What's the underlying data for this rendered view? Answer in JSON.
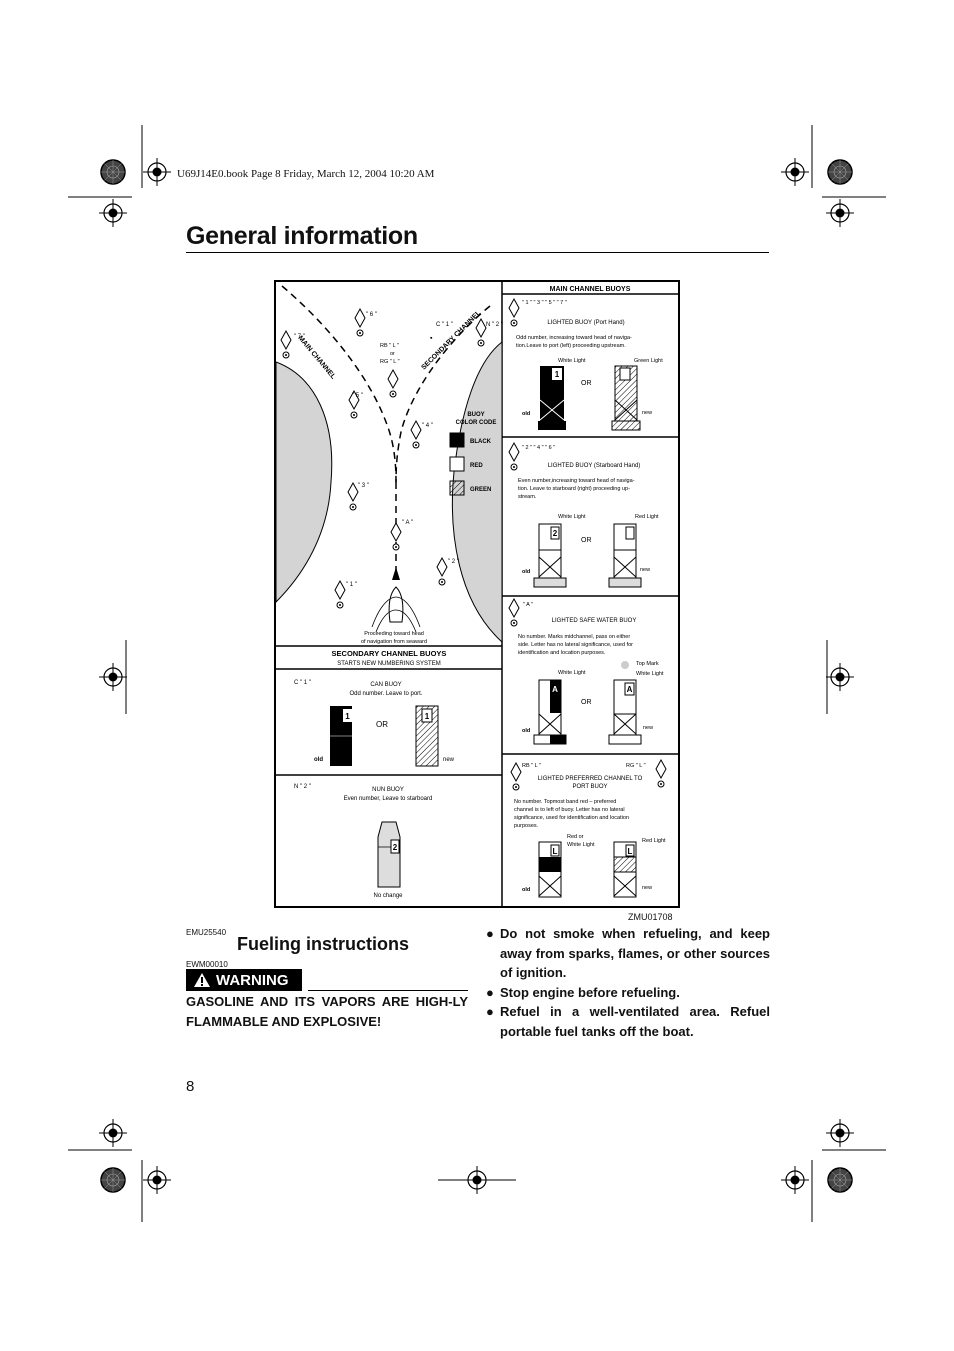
{
  "header": {
    "file_info": "U69J14E0.book Page 8 Friday, March 12, 2004 10:20 AM",
    "title": "General information"
  },
  "figure": {
    "code": "ZMU01708",
    "main_header": "MAIN CHANNEL BUOYS",
    "main_channel_label": "MAIN CHANNEL",
    "secondary_channel_label": "SECONDARY CHANNEL",
    "map_labels": {
      "b7": "\" 7 \"",
      "b6": "\" 6 \"",
      "c1": "C \" 1 \"",
      "n2": "N \" 2 \"",
      "rb_l": "RB   \" L \"",
      "or": "or",
      "rg_l": "RG   \" L \"",
      "b5": "\" 5 \"",
      "b4": "\" 4 \"",
      "b3": "\" 3 \"",
      "ba": "\" A \"",
      "b2": "\" 2 \"",
      "b1": "\" 1 \"",
      "proceeding": "Proceeding toward head",
      "seaward": "of navigation from seaward"
    },
    "color_code": {
      "title1": "BUOY",
      "title2": "COLOR CODE",
      "black": "BLACK",
      "red": "RED",
      "green": "GREEN"
    },
    "secondary_header": "SECONDARY CHANNEL BUOYS",
    "secondary_sub": "STARTS NEW NUMBERING SYSTEM",
    "can_buoy": {
      "label": "C  \" 1 \"",
      "title": "CAN BUOY",
      "desc": "Odd number.  Leave to port.",
      "or": "OR",
      "old": "old",
      "new": "new",
      "num": "1"
    },
    "nun_buoy": {
      "label": "N  \" 2 \"",
      "title": "NUN BUOY",
      "desc": "Even number,  Leave to starboard",
      "num": "2",
      "change": "No change"
    },
    "port": {
      "label": "\" 1 \"  \" 3 \"  \" 5 \"  \" 7 \"",
      "title": "LIGHTED BUOY (Port Hand)",
      "desc1": "Odd number, increasing toward head of naviga-",
      "desc2": "tion.Leave to port (left) proceeding upstream.",
      "left_light": "White Light",
      "right_light": "Green Light",
      "or": "OR",
      "old": "old",
      "new": "new",
      "num": "1"
    },
    "starboard": {
      "label": "\" 2 \"  \" 4 \"  \" 6 \"",
      "title": "LIGHTED BUOY (Starboard Hand)",
      "desc1": "Even number,increasing toward head of naviga-",
      "desc2": "tion.  Leave to  starboard  (right) proceeding up-",
      "desc3": "stream.",
      "left_light": "White Light",
      "right_light": "Red Light",
      "or": "OR",
      "old": "old",
      "new": "new",
      "num": "2"
    },
    "safe_water": {
      "label": "\" A \"",
      "title": "LIGHTED SAFE WATER BUOY",
      "desc1": "No  number.  Marks  midchannel, pass on  either",
      "desc2": "side. Letter has no lateral significance, used for",
      "desc3": "identification and location purposes.",
      "left_light": "White Light",
      "top_mark": "Top Mark",
      "right_light": "White Light",
      "or": "OR",
      "old": "old",
      "new": "new",
      "num": "A"
    },
    "preferred": {
      "label_left": "RB  \" L \"",
      "label_right": "RG  \" L \"",
      "title1": "LIGHTED PREFERRED CHANNEL TO",
      "title2": "PORT BUOY",
      "desc1": "No  number.  Topmost band red – preferred",
      "desc2": "channel is to left of buoy. Letter has no lateral",
      "desc3": "significance, used for identification and location",
      "desc4": "purposes.",
      "left_light1": "Red or",
      "left_light2": "White Light",
      "right_light": "Red Light",
      "old": "old",
      "new": "new",
      "num": "L"
    }
  },
  "section": {
    "code": "EMU25540",
    "title": "Fueling instructions",
    "warn_code": "EWM00010",
    "warning_label": "WARNING",
    "warning_text": "GASOLINE AND ITS VAPORS ARE HIGH-LY FLAMMABLE AND EXPLOSIVE!",
    "bullets": [
      "Do not smoke when refueling, and keep away from sparks, flames, or other sources of ignition.",
      "Stop engine before refueling.",
      "Refuel in a well-ventilated area. Refuel portable fuel tanks off the boat."
    ]
  },
  "page_number": "8"
}
